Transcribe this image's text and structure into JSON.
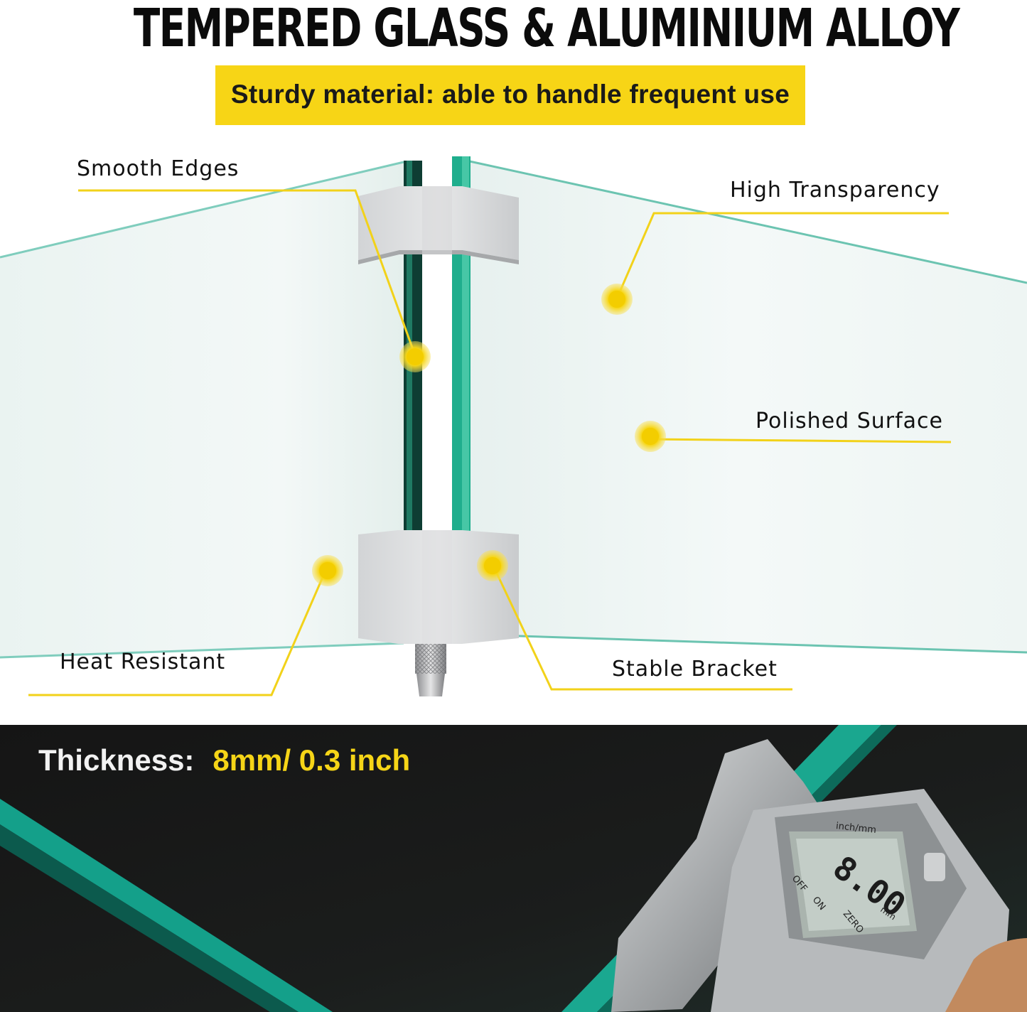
{
  "headline": "TEMPERED GLASS & ALUMINIUM ALLOY",
  "banner": "Sturdy material: able to handle frequent use",
  "features": [
    "Smooth Edges",
    "High Transparency",
    "Polished Surface",
    "Heat Resistant",
    "Stable Bracket"
  ],
  "thickness": {
    "label": "Thickness:",
    "value": "8mm/ 0.3 inch"
  },
  "caliper": {
    "unit_label": "inch/mm",
    "off_label": "OFF",
    "on_label": "ON",
    "zero_label": "ZERO",
    "reading": "8.00",
    "reading_unit": "mm"
  },
  "colors": {
    "accent_yellow": "#f7d516",
    "glass_edge": "#1fb59a",
    "dark_bg": "#141716"
  }
}
